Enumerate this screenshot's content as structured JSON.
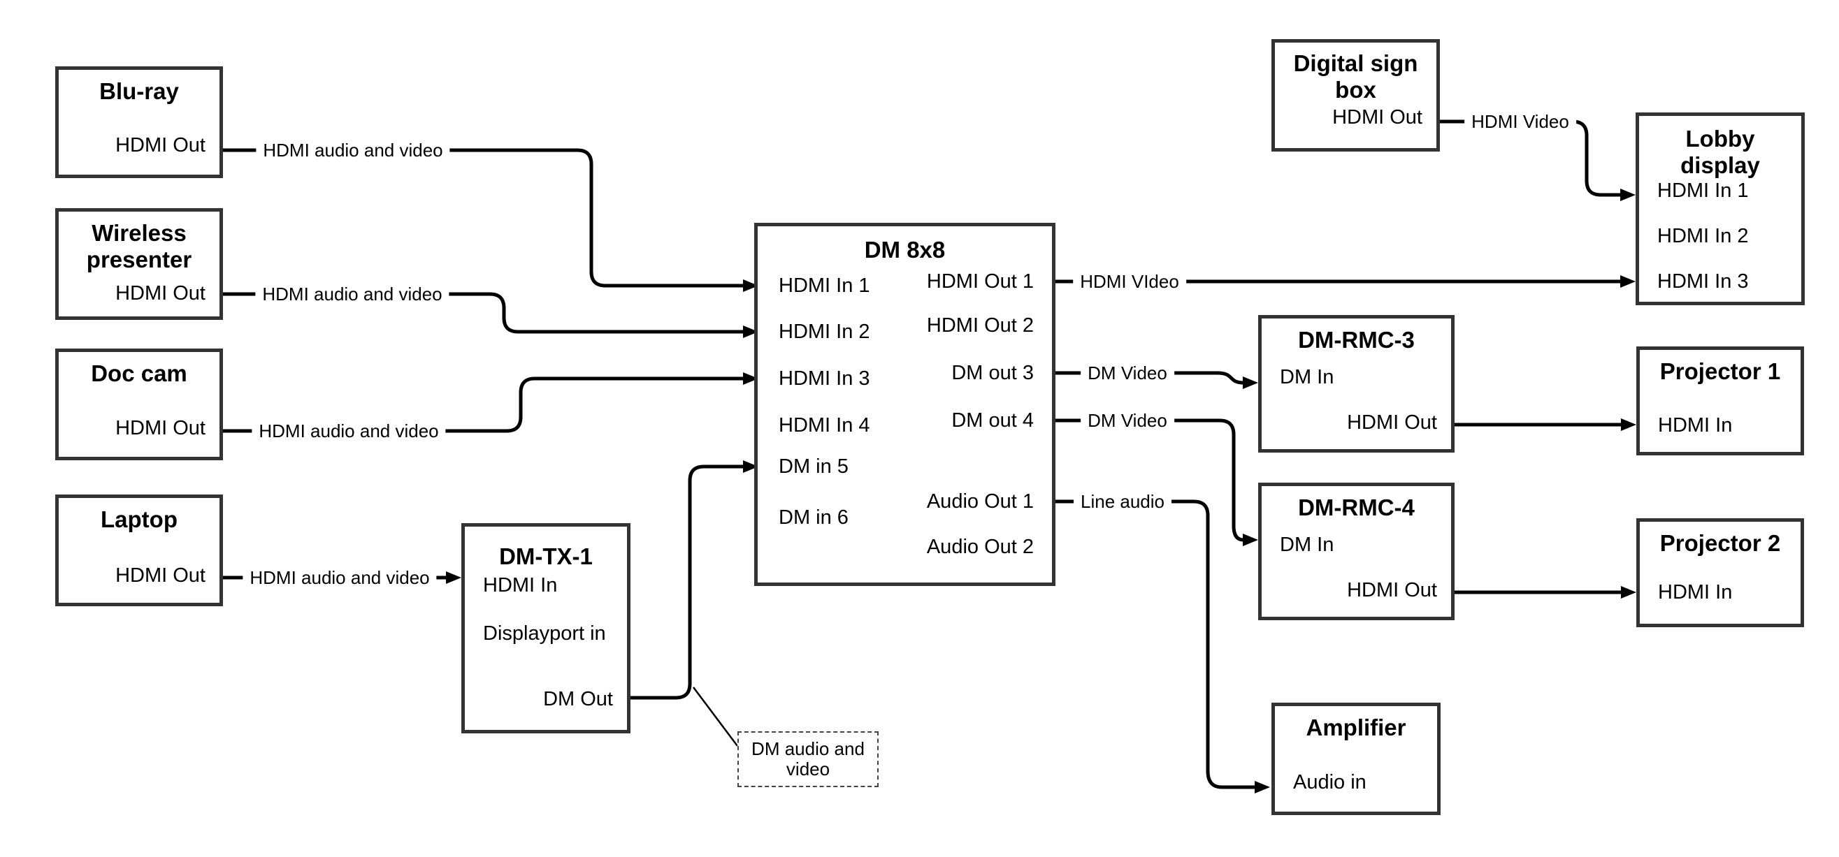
{
  "diagram": {
    "colors": {
      "background": "#ffffff",
      "line": "#000000",
      "box_border": "#333333",
      "text": "#000000"
    },
    "nodes": {
      "blu_ray": {
        "title": "Blu-ray",
        "ports": [
          {
            "label": "HDMI Out"
          }
        ]
      },
      "wireless_presenter": {
        "title": "Wireless presenter",
        "ports": [
          {
            "label": "HDMI Out"
          }
        ]
      },
      "doc_cam": {
        "title": "Doc cam",
        "ports": [
          {
            "label": "HDMI Out"
          }
        ]
      },
      "laptop": {
        "title": "Laptop",
        "ports": [
          {
            "label": "HDMI Out"
          }
        ]
      },
      "dm_tx_1": {
        "title": "DM-TX-1",
        "ports": [
          {
            "label": "HDMI In"
          },
          {
            "label": "Displayport in"
          },
          {
            "label": "DM Out"
          }
        ]
      },
      "dm_8x8": {
        "title": "DM 8x8",
        "ports": [
          {
            "label": "HDMI In 1"
          },
          {
            "label": "HDMI In 2"
          },
          {
            "label": "HDMI In 3"
          },
          {
            "label": "HDMI In 4"
          },
          {
            "label": "DM in 5"
          },
          {
            "label": "DM in 6"
          },
          {
            "label": "HDMI Out 1"
          },
          {
            "label": "HDMI Out 2"
          },
          {
            "label": "DM out 3"
          },
          {
            "label": "DM out 4"
          },
          {
            "label": "Audio Out 1"
          },
          {
            "label": "Audio Out 2"
          }
        ]
      },
      "digital_sign_box": {
        "title": "Digital sign box",
        "ports": [
          {
            "label": "HDMI Out"
          }
        ]
      },
      "lobby_display": {
        "title": "Lobby display",
        "ports": [
          {
            "label": "HDMI In 1"
          },
          {
            "label": "HDMI In 2"
          },
          {
            "label": "HDMI In 3"
          }
        ]
      },
      "dm_rmc_3": {
        "title": "DM-RMC-3",
        "ports": [
          {
            "label": "DM In"
          },
          {
            "label": "HDMI Out"
          }
        ]
      },
      "projector_1": {
        "title": "Projector 1",
        "ports": [
          {
            "label": "HDMI In"
          }
        ]
      },
      "dm_rmc_4": {
        "title": "DM-RMC-4",
        "ports": [
          {
            "label": "DM In"
          },
          {
            "label": "HDMI Out"
          }
        ]
      },
      "projector_2": {
        "title": "Projector 2",
        "ports": [
          {
            "label": "HDMI In"
          }
        ]
      },
      "amplifier": {
        "title": "Amplifier",
        "ports": [
          {
            "label": "Audio in"
          }
        ]
      }
    },
    "edges": [
      {
        "from": "blu_ray.hdmi_out",
        "to": "dm_8x8.hdmi_in_1",
        "label": "HDMI audio and video"
      },
      {
        "from": "wireless_presenter.hdmi_out",
        "to": "dm_8x8.hdmi_in_2",
        "label": "HDMI audio and video"
      },
      {
        "from": "doc_cam.hdmi_out",
        "to": "dm_8x8.hdmi_in_3",
        "label": "HDMI audio and video"
      },
      {
        "from": "laptop.hdmi_out",
        "to": "dm_tx_1.hdmi_in",
        "label": "HDMI audio and video"
      },
      {
        "from": "dm_tx_1.dm_out",
        "to": "dm_8x8.dm_in_5",
        "label": ""
      },
      {
        "from": "dm_8x8.hdmi_out_1",
        "to": "lobby_display.hdmi_in_3",
        "label": "HDMI VIdeo"
      },
      {
        "from": "digital_sign_box.hdmi_out",
        "to": "lobby_display.hdmi_in_1",
        "label": "HDMI Video"
      },
      {
        "from": "dm_8x8.dm_out_3",
        "to": "dm_rmc_3.dm_in",
        "label": "DM Video"
      },
      {
        "from": "dm_8x8.dm_out_4",
        "to": "dm_rmc_4.dm_in",
        "label": "DM Video"
      },
      {
        "from": "dm_8x8.audio_out_1",
        "to": "amplifier.audio_in",
        "label": "Line audio"
      },
      {
        "from": "dm_rmc_3.hdmi_out",
        "to": "projector_1.hdmi_in",
        "label": ""
      },
      {
        "from": "dm_rmc_4.hdmi_out",
        "to": "projector_2.hdmi_in",
        "label": ""
      }
    ],
    "annotation": {
      "text": "DM audio and video"
    }
  }
}
